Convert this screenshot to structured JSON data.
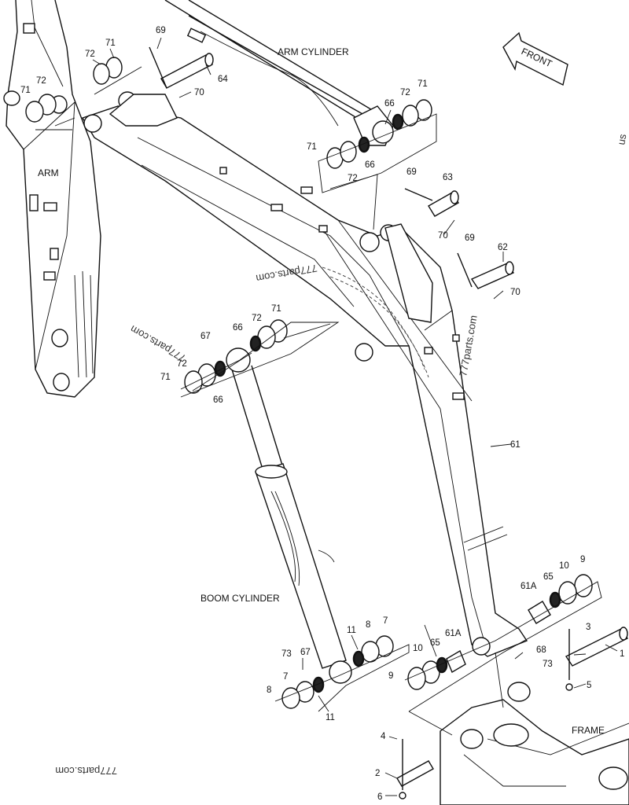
{
  "captions": {
    "arm": "ARM",
    "arm_cylinder": "ARM CYLINDER",
    "front": "FRONT",
    "boom_cylinder": "BOOM CYLINDER",
    "frame": "FRAME"
  },
  "watermarks": {
    "w1": "777parts.com",
    "w2": "777parts.com",
    "w3": "777parts.com",
    "w4": "777parts.com",
    "w5": "us"
  },
  "callouts": {
    "c69a": "69",
    "c72a": "72",
    "c71a": "71",
    "c64": "64",
    "c70a": "70",
    "c71b": "71",
    "c72b": "72",
    "c66a": "66",
    "c72c": "72",
    "c71c": "71",
    "c71d": "71",
    "c72d": "72",
    "c66b": "66",
    "c69b": "69",
    "c63": "63",
    "c70b": "70",
    "c69c": "69",
    "c62": "62",
    "c70c": "70",
    "c66c": "66",
    "c72e": "72",
    "c71e": "71",
    "c67a": "67",
    "c72f": "72",
    "c71f": "71",
    "c66d": "66",
    "c61": "61",
    "c61A_a": "61A",
    "c65a": "65",
    "c10a": "10",
    "c9a": "9",
    "c11a": "11",
    "c8a": "8",
    "c7a": "7",
    "c10b": "10",
    "c65b": "65",
    "c61A_b": "61A",
    "c73a": "73",
    "c67b": "67",
    "c7b": "7",
    "c8b": "8",
    "c11b": "11",
    "c9b": "9",
    "c68": "68",
    "c73b": "73",
    "c3": "3",
    "c1": "1",
    "c5": "5",
    "c4": "4",
    "c2": "2",
    "c6": "6"
  }
}
